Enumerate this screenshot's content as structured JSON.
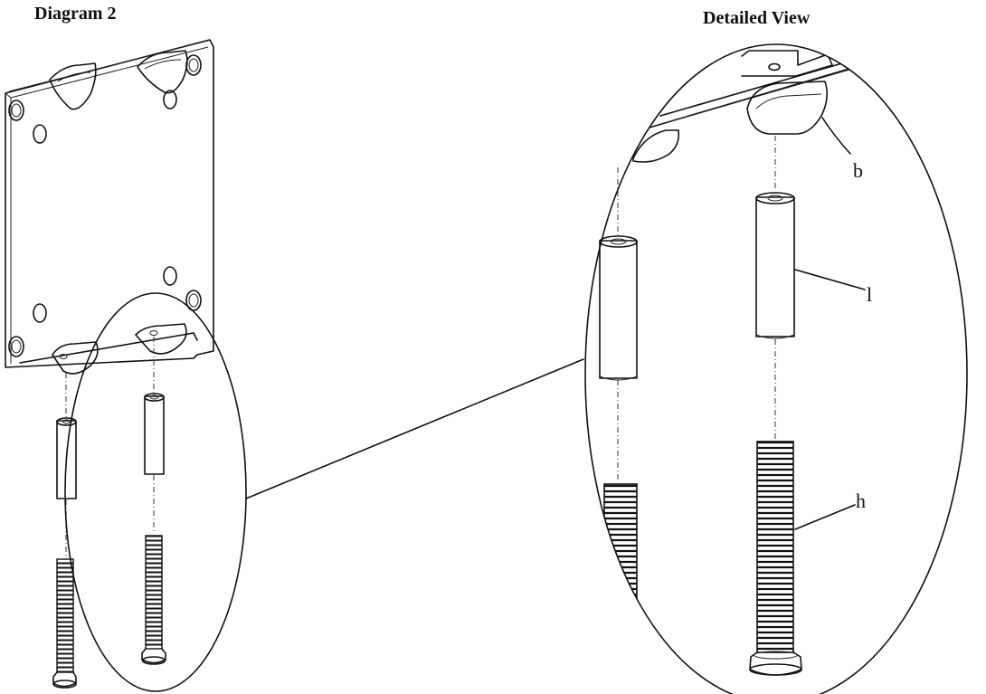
{
  "titles": {
    "left": "Diagram 2",
    "right": "Detailed View"
  },
  "callouts": {
    "b": "b",
    "l": "l",
    "h": "h"
  },
  "colors": {
    "line": "#111111",
    "background": "#ffffff"
  }
}
